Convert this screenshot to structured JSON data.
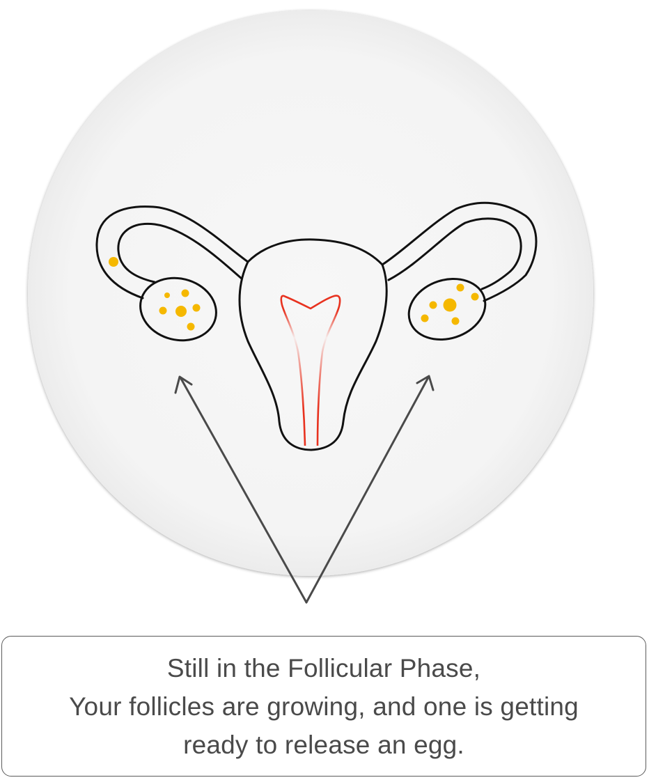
{
  "caption": {
    "line1": "Still in the Follicular Phase,",
    "line2": "Your follicles are growing, and one is getting",
    "line3": "ready to release an egg."
  },
  "colors": {
    "outline": "#111111",
    "follicle": "#f5b800",
    "lining": "#e8321f",
    "arrow": "#4a4a4a",
    "circle_bg": "#f3f3f3",
    "caption_text": "#4a4a4a"
  },
  "icons": {
    "illustration": "uterus-ovaries-icon",
    "pointer": "arrow-up-icon"
  }
}
